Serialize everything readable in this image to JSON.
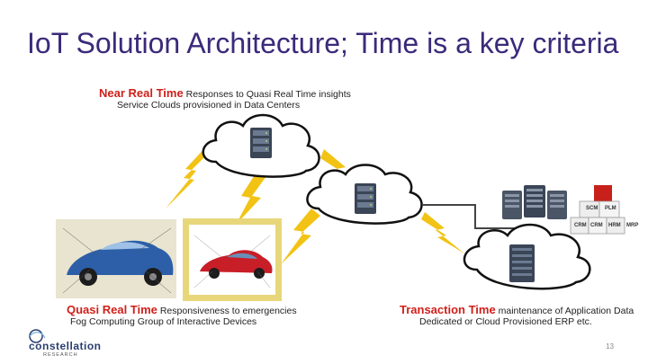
{
  "slide": {
    "title": "IoT Solution Architecture; Time is a key criteria",
    "page_number": "13"
  },
  "tiers": {
    "near_real_time": {
      "heading": "Near Real Time",
      "description": "Responses to Quasi Real Time insights",
      "subline": "Service Clouds provisioned in Data Centers"
    },
    "quasi_real_time": {
      "heading": "Quasi Real Time",
      "description": "Responsiveness to emergencies",
      "subline": "Fog Computing Group of Interactive Devices"
    },
    "transaction_time": {
      "heading": "Transaction Time",
      "description": "maintenance of Application Data",
      "subline": "Dedicated or Cloud Provisioned ERP etc."
    }
  },
  "enterprise_apps": [
    "SCM",
    "PLM",
    "CRM",
    "CRM",
    "HRM",
    "MRP"
  ],
  "logo": {
    "name": "constellation",
    "tagline": "RESEARCH"
  },
  "colors": {
    "title": "#3b2a7a",
    "highlight": "#d0201a",
    "lightning": "#f2c314",
    "server": "#3a4556",
    "frame": "#e8d77a"
  }
}
